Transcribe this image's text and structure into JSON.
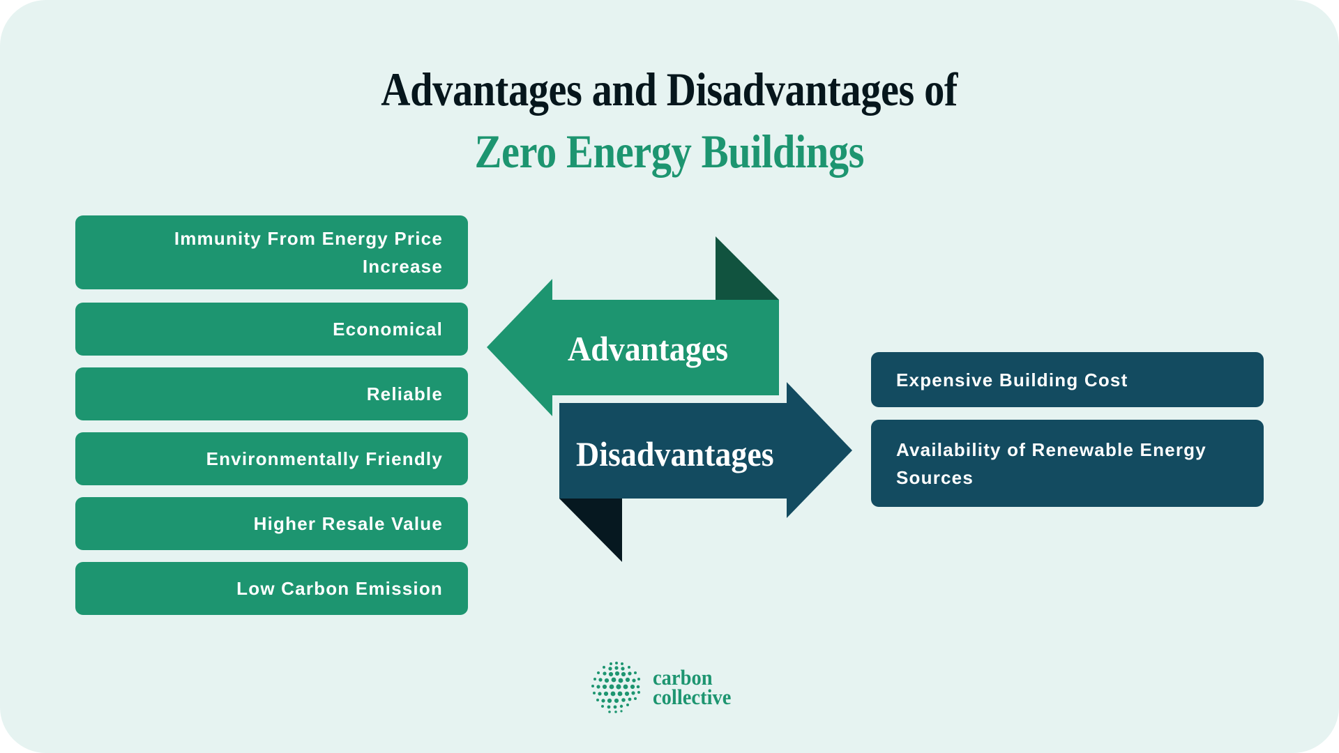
{
  "title": {
    "line1": "Advantages and Disadvantages of",
    "line2": "Zero Energy Buildings"
  },
  "advantages": {
    "label": "Advantages",
    "items": [
      {
        "line1": "Immunity From Energy Price",
        "line2": "Increase"
      },
      {
        "line1": "Economical"
      },
      {
        "line1": "Reliable"
      },
      {
        "line1": "Environmentally Friendly"
      },
      {
        "line1": "Higher Resale Value"
      },
      {
        "line1": "Low Carbon Emission"
      }
    ]
  },
  "disadvantages": {
    "label": "Disadvantages",
    "items": [
      {
        "line1": "Expensive Building Cost"
      },
      {
        "line1": "Availability of Renewable Energy",
        "line2": "Sources"
      }
    ]
  },
  "logo": {
    "icon": "dot-sphere-icon",
    "line1": "carbon",
    "line2": "collective"
  },
  "colors": {
    "background": "#e6f3f1",
    "advantage_green": "#1d9570",
    "advantage_fold": "#11533f",
    "disadvantage_blue": "#134b60",
    "disadvantage_fold": "#061820",
    "title_dark": "#06161c"
  }
}
